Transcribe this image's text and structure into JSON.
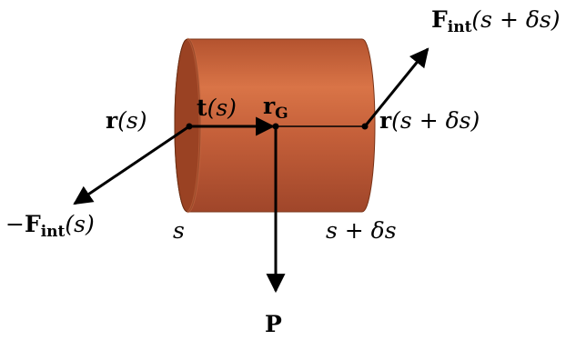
{
  "diagram": {
    "labels": {
      "r_s": {
        "bold": "r",
        "rest": "(s)"
      },
      "t_s": {
        "bold": "t",
        "rest": "(s)"
      },
      "r_G": {
        "bold": "r",
        "sub": "G"
      },
      "r_s_ds": {
        "bold": "r",
        "rest": "(s + δs)"
      },
      "F_int_s_ds": {
        "bold": "F",
        "sub": "int",
        "rest": "(s + δs)"
      },
      "minus_F_int_s": {
        "prefix": "−",
        "bold": "F",
        "sub": "int",
        "rest": "(s)"
      },
      "s": "s",
      "s_ds": "s + δs",
      "P": "P"
    },
    "colors": {
      "cylinder_body": "#C8603A",
      "cylinder_dark": "#8E3A1E",
      "cylinder_highlight": "#E07E52",
      "arrows": "#000000"
    }
  }
}
